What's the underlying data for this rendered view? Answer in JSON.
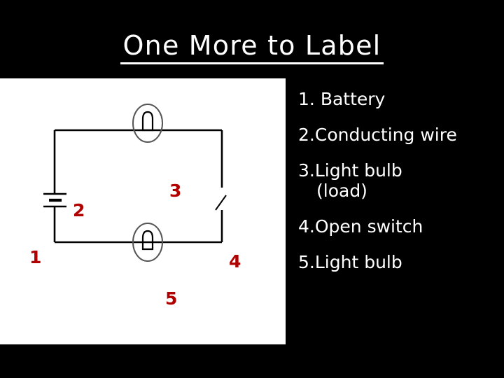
{
  "slide": {
    "background_color": "#000000",
    "title": "One More to Label",
    "title_color": "#ffffff",
    "title_underlined": true
  },
  "diagram": {
    "panel_background": "#ffffff",
    "wire_color": "#000000",
    "callout_color": "#B00000",
    "description": "Simple series circuit: battery on left side, conducting wire loop, two light bulbs (top and bottom), open switch on right side",
    "callouts": [
      {
        "number": "1",
        "target": "battery"
      },
      {
        "number": "2",
        "target": "conducting-wire"
      },
      {
        "number": "3",
        "target": "light-bulb-top"
      },
      {
        "number": "4",
        "target": "open-switch"
      },
      {
        "number": "5",
        "target": "light-bulb-bottom"
      }
    ],
    "components": [
      {
        "name": "battery-symbol",
        "icon": "battery-icon"
      },
      {
        "name": "light-bulb-top",
        "icon": "light-bulb-icon"
      },
      {
        "name": "light-bulb-bottom",
        "icon": "light-bulb-icon"
      },
      {
        "name": "open-switch",
        "icon": "open-switch-icon"
      },
      {
        "name": "circuit-wire-loop",
        "icon": "wire-loop-icon"
      }
    ]
  },
  "legend": {
    "text_color": "#ffffff",
    "items": [
      {
        "number": "1.",
        "label": "Battery",
        "continuation": ""
      },
      {
        "number": "2.",
        "label": "Conducting wire",
        "continuation": ""
      },
      {
        "number": "3.",
        "label": "Light bulb",
        "continuation": "(load)"
      },
      {
        "number": "4.",
        "label": "Open switch",
        "continuation": ""
      },
      {
        "number": "5.",
        "label": "Light bulb",
        "continuation": ""
      }
    ]
  }
}
